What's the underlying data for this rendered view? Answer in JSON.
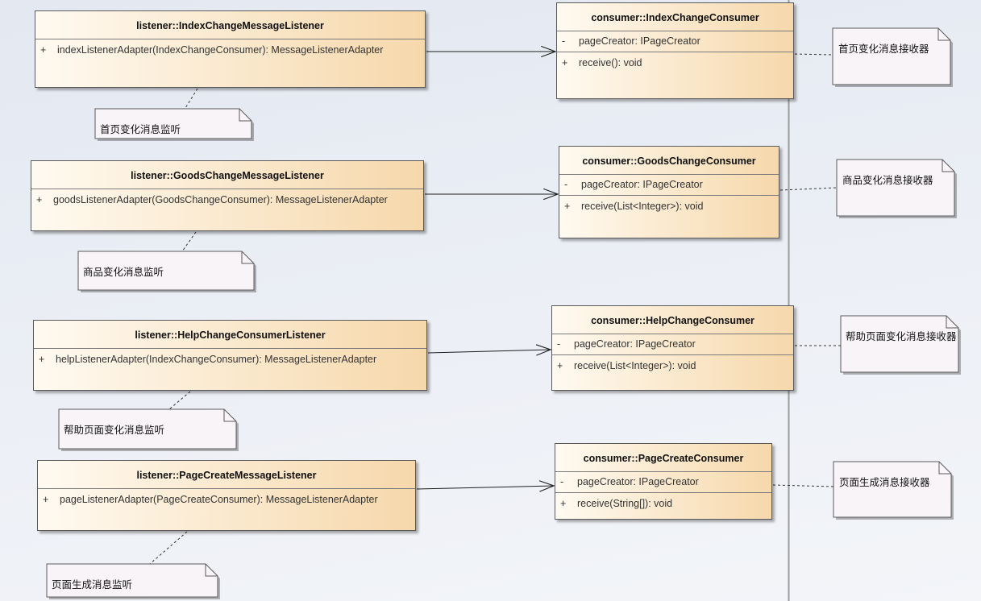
{
  "listeners": [
    {
      "title": "listener::IndexChangeMessageListener",
      "methods": [
        {
          "visibility": "+",
          "signature": "indexListenerAdapter(IndexChangeConsumer): MessageListenerAdapter"
        }
      ],
      "note": "首页变化消息监听"
    },
    {
      "title": "listener::GoodsChangeMessageListener",
      "methods": [
        {
          "visibility": "+",
          "signature": "goodsListenerAdapter(GoodsChangeConsumer): MessageListenerAdapter"
        }
      ],
      "note": "商品变化消息监听"
    },
    {
      "title": "listener::HelpChangeConsumerListener",
      "methods": [
        {
          "visibility": "+",
          "signature": "helpListenerAdapter(IndexChangeConsumer): MessageListenerAdapter"
        }
      ],
      "note": "帮助页面变化消息监听"
    },
    {
      "title": "listener::PageCreateMessageListener",
      "methods": [
        {
          "visibility": "+",
          "signature": "pageListenerAdapter(PageCreateConsumer): MessageListenerAdapter"
        }
      ],
      "note": "页面生成消息监听"
    }
  ],
  "consumers": [
    {
      "title": "consumer::IndexChangeConsumer",
      "attributes": [
        {
          "visibility": "-",
          "signature": "pageCreator: IPageCreator"
        }
      ],
      "methods": [
        {
          "visibility": "+",
          "signature": "receive(): void"
        }
      ],
      "note": "首页变化消息接收器"
    },
    {
      "title": "consumer::GoodsChangeConsumer",
      "attributes": [
        {
          "visibility": "-",
          "signature": "pageCreator: IPageCreator"
        }
      ],
      "methods": [
        {
          "visibility": "+",
          "signature": "receive(List<Integer>): void"
        }
      ],
      "note": "商品变化消息接收器"
    },
    {
      "title": "consumer::HelpChangeConsumer",
      "attributes": [
        {
          "visibility": "-",
          "signature": "pageCreator: IPageCreator"
        }
      ],
      "methods": [
        {
          "visibility": "+",
          "signature": "receive(List<Integer>): void"
        }
      ],
      "note": "帮助页面变化消息接收器"
    },
    {
      "title": "consumer::PageCreateConsumer",
      "attributes": [
        {
          "visibility": "-",
          "signature": "pageCreator: IPageCreator"
        }
      ],
      "methods": [
        {
          "visibility": "+",
          "signature": "receive(String[]): void"
        }
      ],
      "note": "页面生成消息接收器"
    }
  ],
  "colors": {
    "class_fill_start": "#fffaf1",
    "class_fill_end": "#f6d8ab",
    "note_fill": "#f8f4f8",
    "border": "#5a5a5a",
    "canvas_bg_top": "#e3e8f1",
    "canvas_bg_bottom": "#f3f5f9"
  }
}
